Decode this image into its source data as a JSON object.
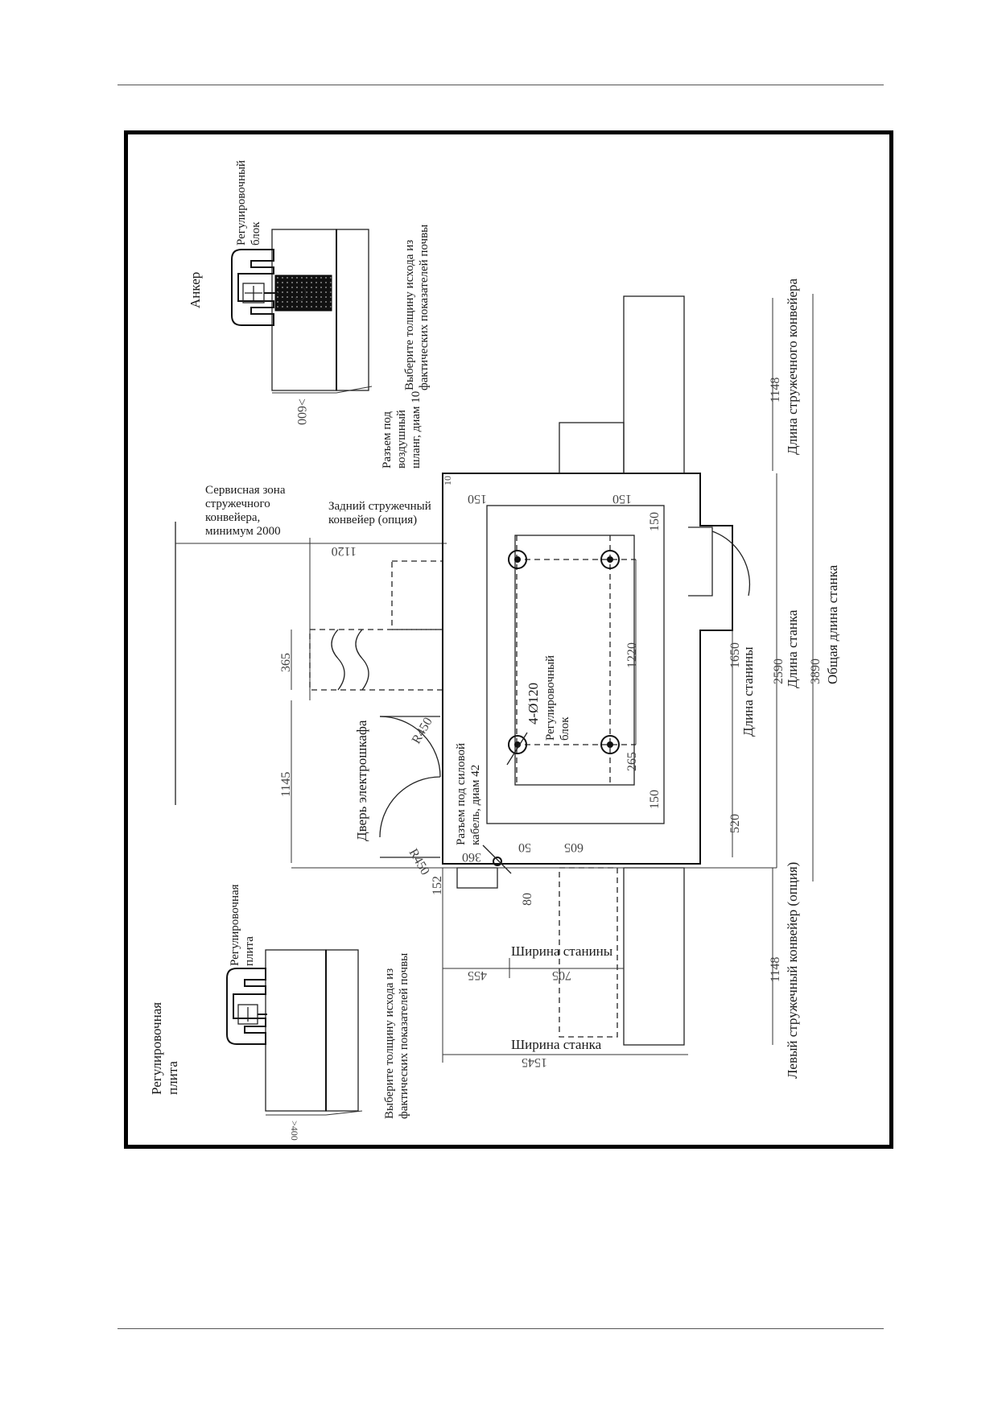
{
  "labels": {
    "anchor": "Анкер",
    "adjusting_block_top": "Регулировочный\nблок",
    "choose_thickness_top": "Выберите толщину исхода из\nфактических показателей почвы",
    "choose_thickness_bottom": "Выберите толщину исхода из\nфактических показателей почвы",
    "adjusting_plate_side": "Регулировочная\nплита",
    "adjusting_plate_small": "Регулировочная\nплита",
    "service_zone": "Сервисная зона\nстружечного\nконвейера,\nминимум 2000",
    "rear_conveyor": "Задний стружечный\nконвейер (опция)",
    "air_connector": "Разъем под\nвоздушный\nшланг, диам 10",
    "power_connector": "Разъем под силовой\nкабель, диам  42",
    "cabinet_door": "Дверь электрошкафа",
    "adjusting_block_center": "Регулировочный\nблок",
    "holes": "4-Ø120",
    "bed_width": "Ширина станины",
    "machine_width": "Ширина станка",
    "bed_length": "Длина станины",
    "machine_length": "Длина станка",
    "total_length": "Общая длина станка",
    "conveyor_length": "Длина стружечного конвейера",
    "left_conveyor": "Левый стружечный конвейер (опция)"
  },
  "dimensions": {
    "d600": ">600",
    "d1120": "1120",
    "d365": "365",
    "d1145": "1145",
    "d1148_top": "1148",
    "d1148_bottom": "1148",
    "d150_a": "150",
    "d150_b": "150",
    "d150_c": "150",
    "d150_d": "150",
    "d1220": "1220",
    "d265": "265",
    "d1650": "1650",
    "d520": "520",
    "d2590": "2590",
    "d3890": "3890",
    "d360": "360",
    "d50": "50",
    "d605": "605",
    "d80": "80",
    "d152": "152",
    "d455": "455",
    "d705": "705",
    "d1545": "1545",
    "dR450a": "R450",
    "dR450b": "R450",
    "d400": ">400",
    "d10": "10"
  }
}
